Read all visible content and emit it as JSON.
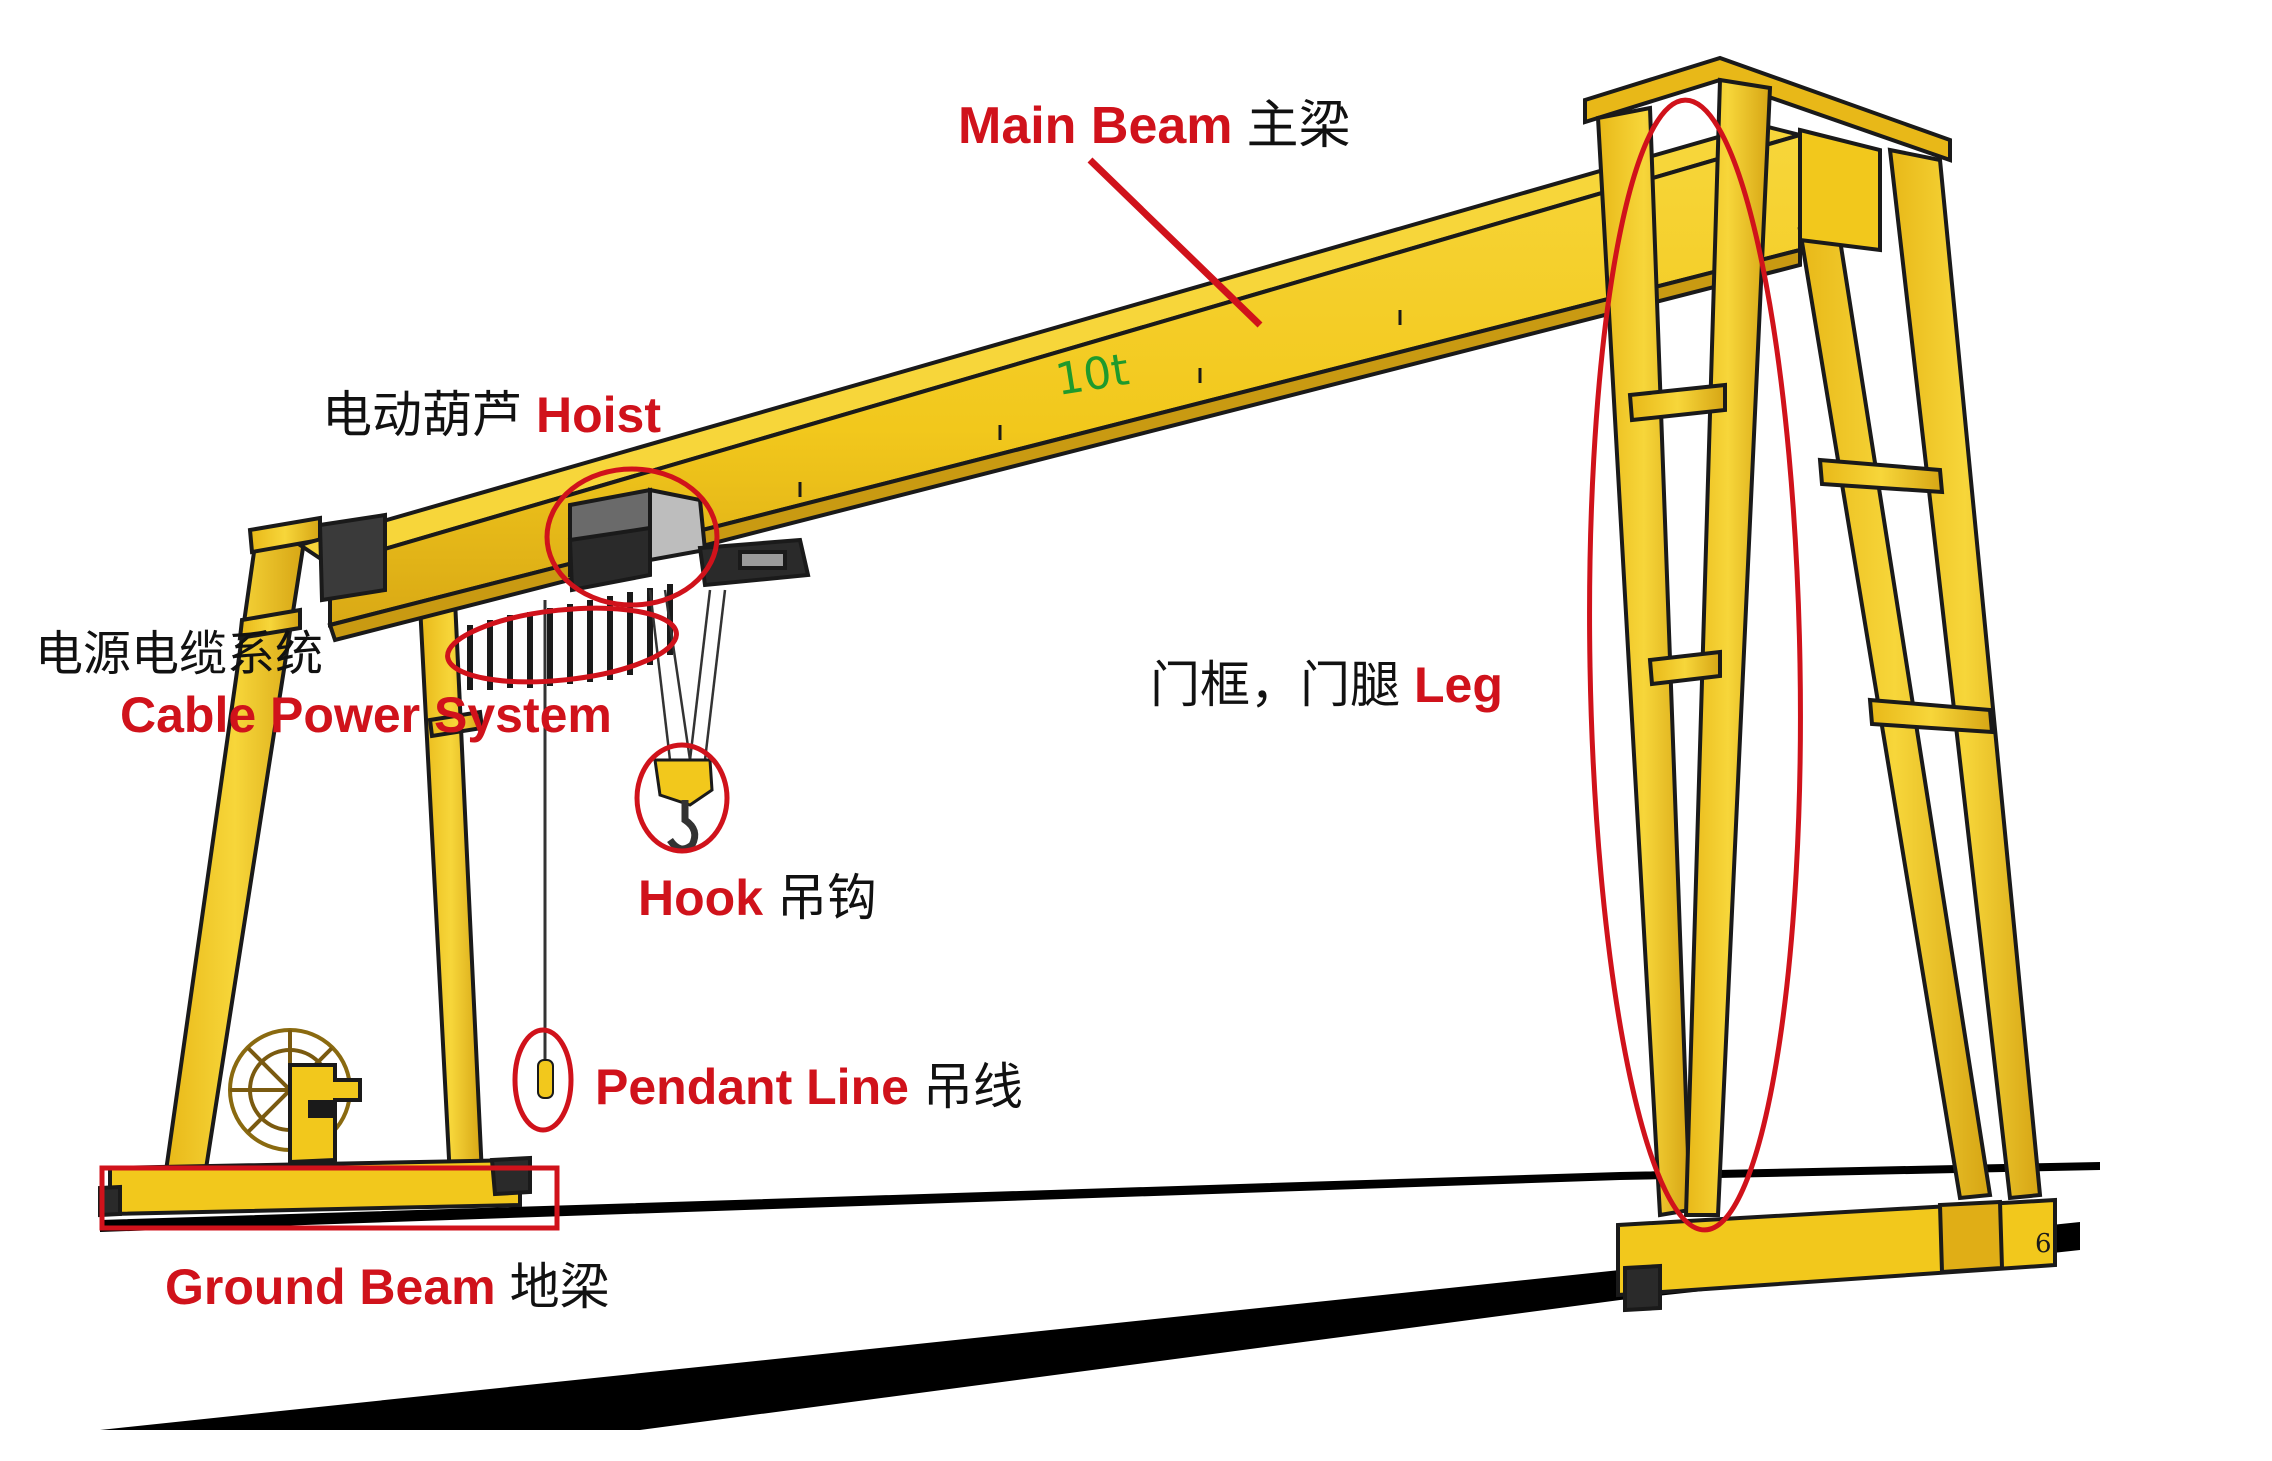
{
  "diagram": {
    "title": "Single-girder gantry crane components",
    "colors": {
      "frame_yellow": "#f2c81c",
      "frame_shadow": "#c99a12",
      "outline": "#1a1a1a",
      "annotation_red": "#d0121b",
      "capacity_green": "#1f9a2c",
      "hoist_gray": "#5a5a5a"
    },
    "capacity_marking": "10t",
    "leg_plate_marking": "6",
    "labels": {
      "main_beam": {
        "en": "Main Beam",
        "zh": "主梁"
      },
      "hoist": {
        "zh": "电动葫芦",
        "en": "Hoist"
      },
      "cable_power_system": {
        "zh": "电源电缆系统",
        "en": "Cable Power System"
      },
      "leg": {
        "zh": "门框，门腿",
        "en": "Leg"
      },
      "hook": {
        "en": "Hook",
        "zh": "吊钩"
      },
      "pendant_line": {
        "en": "Pendant Line",
        "zh": "吊线"
      },
      "ground_beam": {
        "en": "Ground Beam",
        "zh": "地梁"
      }
    }
  }
}
